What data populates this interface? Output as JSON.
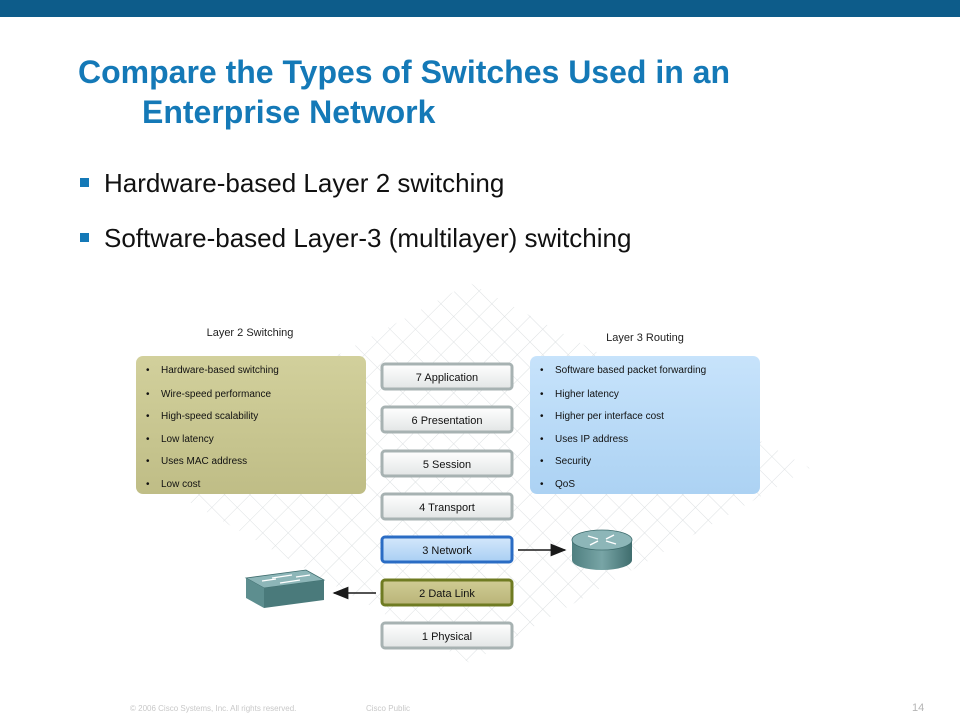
{
  "slide": {
    "title_line1": "Compare the Types of Switches Used in an",
    "title_line2": "Enterprise Network",
    "bullets": [
      "Hardware-based Layer 2 switching",
      "Software-based Layer-3 (multilayer) switching"
    ],
    "copyright": "© 2006 Cisco Systems, Inc. All rights reserved.",
    "classification": "Cisco Public",
    "page_number": "14"
  },
  "diagram": {
    "left_panel": {
      "title": "Layer 2 Switching",
      "items": [
        "Hardware-based switching",
        "Wire-speed performance",
        "High-speed scalability",
        "Low latency",
        "Uses MAC address",
        "Low cost"
      ],
      "fill_color": "#c6c48f"
    },
    "right_panel": {
      "title": "Layer 3 Routing",
      "items": [
        "Software based packet forwarding",
        "Higher latency",
        "Higher per interface cost",
        "Uses IP address",
        "Security",
        "QoS"
      ],
      "fill_color": "#b7daf7"
    },
    "layers": [
      {
        "label": "7 Application",
        "style": "plain"
      },
      {
        "label": "6 Presentation",
        "style": "plain"
      },
      {
        "label": "5 Session",
        "style": "plain"
      },
      {
        "label": "4 Transport",
        "style": "plain"
      },
      {
        "label": "3 Network",
        "style": "network"
      },
      {
        "label": "2 Data Link",
        "style": "datalink"
      },
      {
        "label": "1 Physical",
        "style": "plain"
      }
    ],
    "devices": {
      "router_icon": "router-icon",
      "switch_icon": "switch-icon"
    },
    "colors": {
      "accent_title": "#1479b7",
      "network_highlight": "#2a6cc4",
      "datalink_highlight": "#6f7b22"
    }
  }
}
